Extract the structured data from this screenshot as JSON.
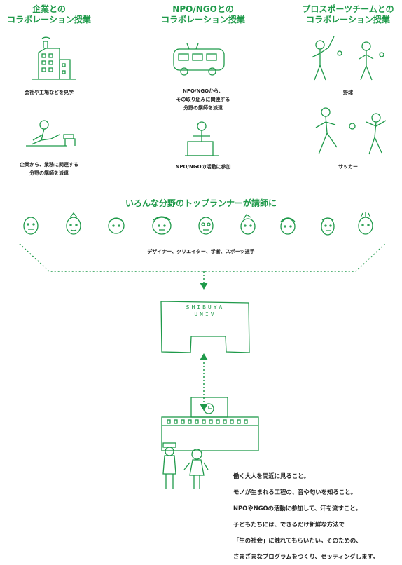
{
  "sections": {
    "company": {
      "title_line1": "企業との",
      "title_line2": "コラボレーション授業",
      "caption1": "会社や工場などを見学",
      "caption2_line1": "企業から、業務に関連する",
      "caption2_line2": "分野の講師を派遣"
    },
    "npo": {
      "title_line1": "NPO/NGOとの",
      "title_line2": "コラボレーション授業",
      "caption1_line1": "NPO/NGOから、",
      "caption1_line2": "その取り組みに関連する",
      "caption1_line3": "分野の講師を派遣",
      "caption2": "NPO/NGOの活動に参加"
    },
    "sports": {
      "title_line1": "プロスポーツチームとの",
      "title_line2": "コラボレーション授業",
      "caption1": "野球",
      "caption2": "サッカー"
    }
  },
  "lecturers": {
    "title": "いろんな分野のトップランナーが講師に",
    "caption": "デザイナー、クリエイター、学者、スポーツ選手"
  },
  "building": {
    "line1": "SHIBUYA",
    "line2": "UNIV"
  },
  "statement": {
    "line1": "働く大人を間近に見ること。",
    "line2": "モノが生まれる工程の、音や匂いを知ること。",
    "line3": "NPOやNGOの活動に参加して、汗を流すこと。",
    "line4": "子どもたちには、できるだけ新鮮な方法で",
    "line5": "「生の社会」に触れてもらいたい。そのための、",
    "line6": "さまざまなプログラムをつくり、セッティングします。"
  },
  "colors": {
    "accent_green": "#1f9a4a",
    "text": "#222222"
  }
}
